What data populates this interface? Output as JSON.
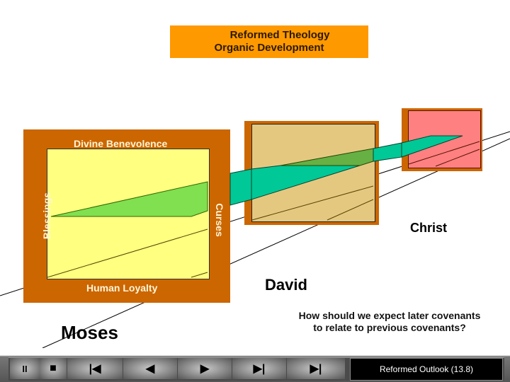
{
  "title": {
    "line1": "Reformed Theology",
    "line2": "Organic Development"
  },
  "diagram": {
    "moses_frame": {
      "top_label": "Divine Benevolence",
      "bottom_label": "Human Loyalty",
      "left_label": "Blessings",
      "right_label": "Curses"
    },
    "covenants": [
      "Moses",
      "David",
      "Christ"
    ],
    "colors": {
      "frame": "#cc6600",
      "moses_fill": "#ffff80",
      "david_fill": "#e5c880",
      "christ_fill": "#ff8080",
      "band_green": "#80e050",
      "band_teal": "#00c896",
      "title_bg": "#ff9900"
    }
  },
  "question": {
    "line1": "How should we expect later covenants",
    "line2": "to relate to previous covenants?"
  },
  "toolbar": {
    "buttons": [
      {
        "name": "pause",
        "glyph": "II"
      },
      {
        "name": "stop",
        "glyph": "■"
      },
      {
        "name": "first",
        "glyph": "|◀"
      },
      {
        "name": "previous",
        "glyph": "◀"
      },
      {
        "name": "next",
        "glyph": "▶"
      },
      {
        "name": "next-section",
        "glyph": "▶|"
      },
      {
        "name": "last",
        "glyph": "▶|"
      }
    ],
    "status": "Reformed Outlook  (13.8)"
  }
}
